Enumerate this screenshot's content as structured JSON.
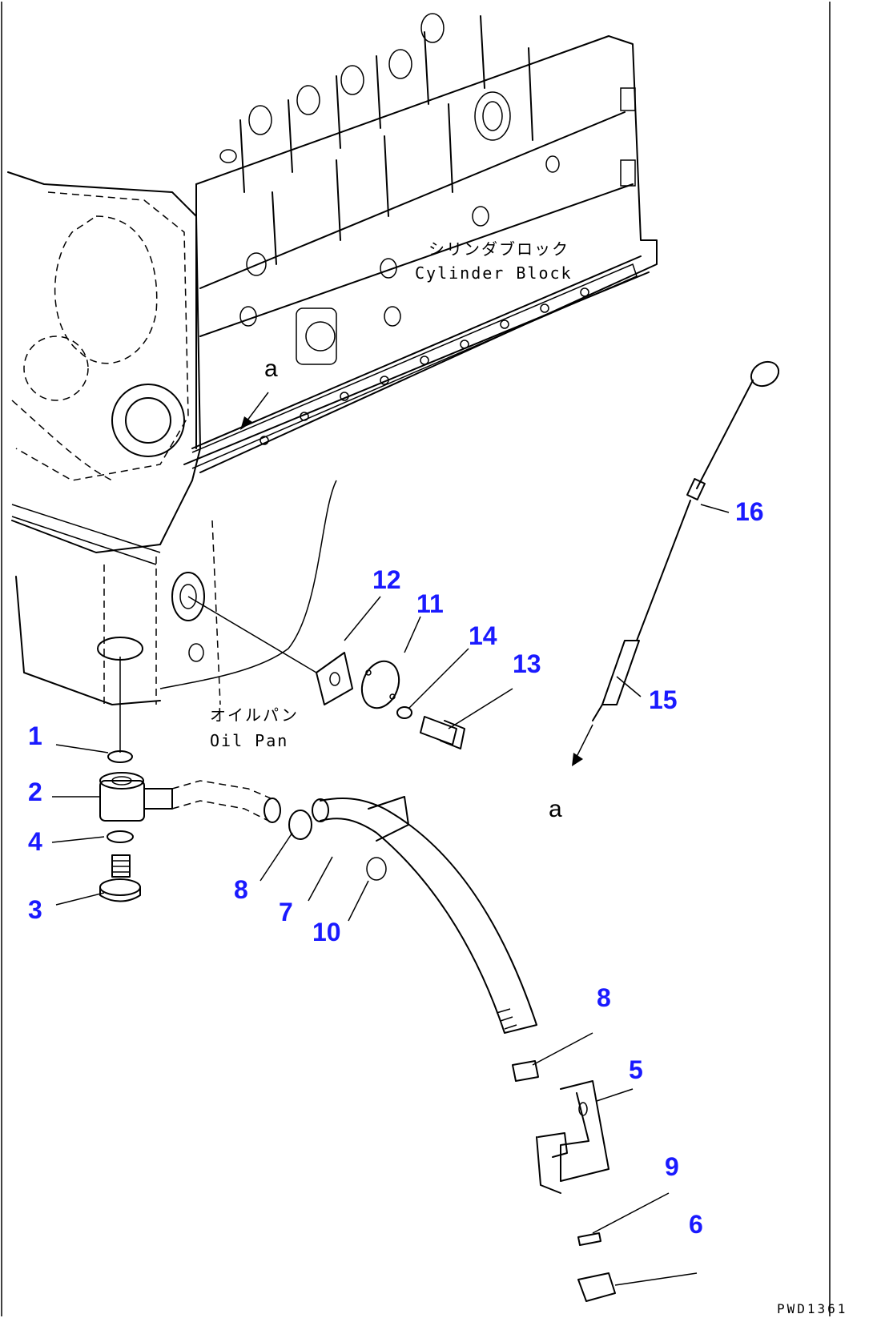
{
  "labels": {
    "cylinder_block_jp": "シリンダブロック",
    "cylinder_block_en": "Cylinder Block",
    "oil_pan_jp": "オイルパン",
    "oil_pan_en": "Oil Pan",
    "ref_a_top": "a",
    "ref_a_bottom": "a",
    "drawing_code": "PWD1361"
  },
  "callouts": [
    "1",
    "2",
    "3",
    "4",
    "5",
    "6",
    "7",
    "8",
    "8",
    "9",
    "10",
    "11",
    "12",
    "13",
    "14",
    "15",
    "16"
  ],
  "colors": {
    "callout": "#1a1aff",
    "line": "#000000",
    "background": "#ffffff"
  }
}
